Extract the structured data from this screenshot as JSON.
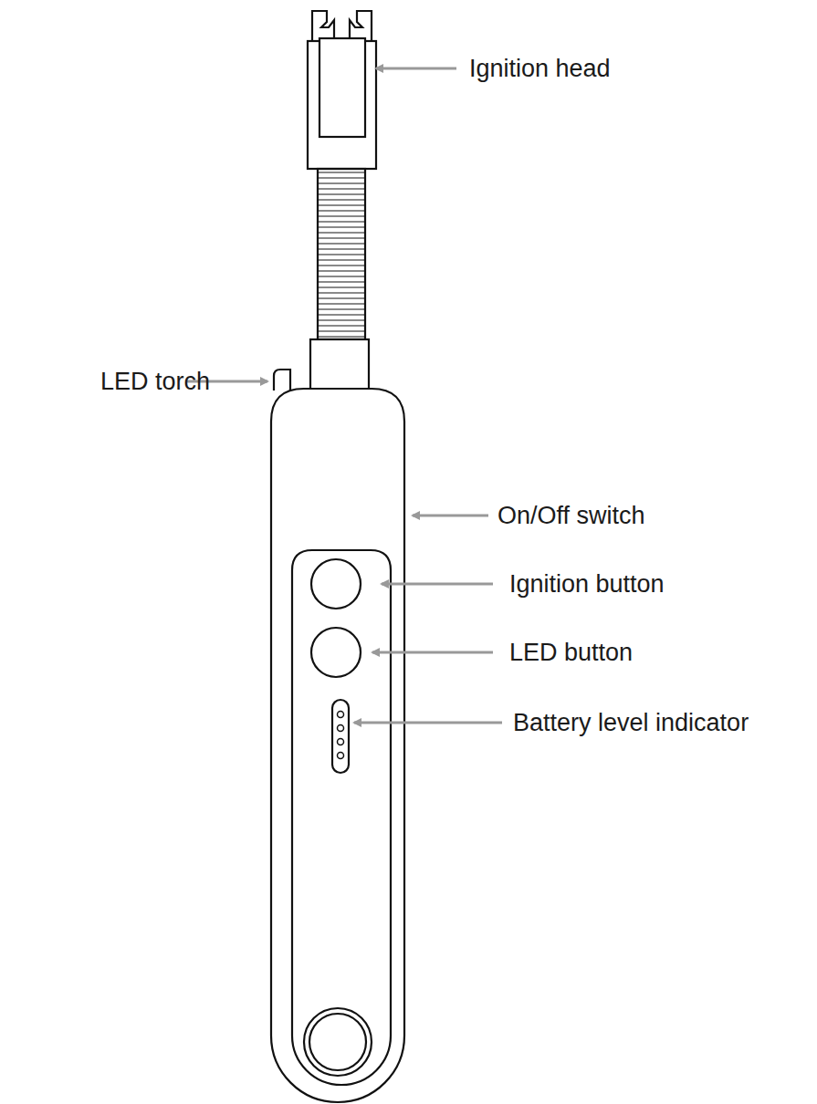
{
  "diagram": {
    "labels": [
      "Ignition head",
      "LED torch",
      "On/Off switch",
      "Ignition button",
      "LED button",
      "Battery level indicator"
    ]
  }
}
